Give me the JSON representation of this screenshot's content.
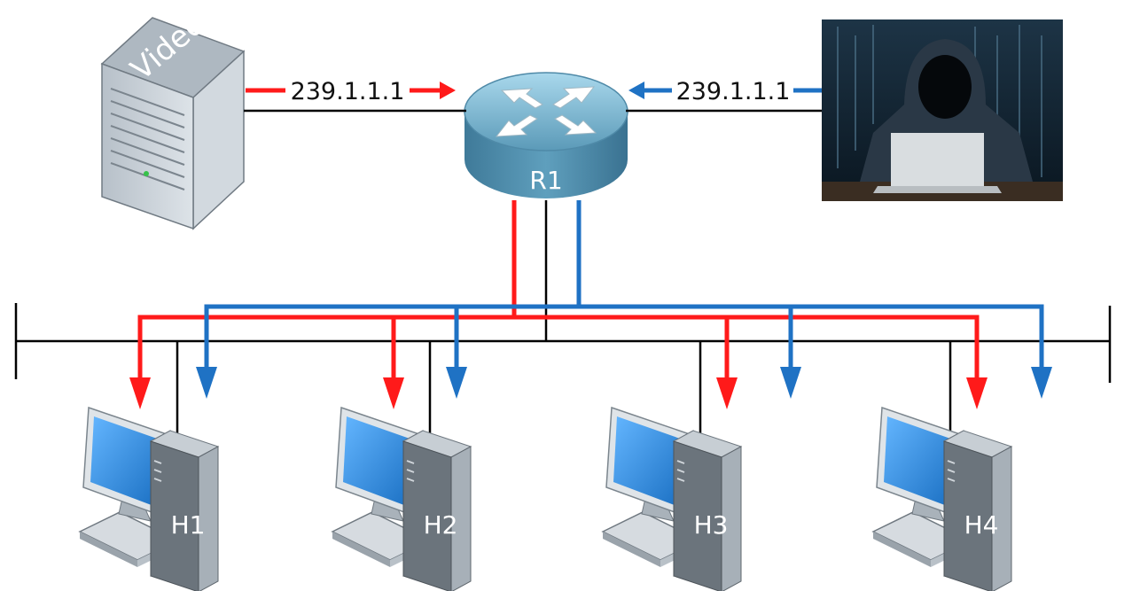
{
  "colors": {
    "red": "#ff1a1a",
    "blue": "#1f72c4",
    "wire": "#000000",
    "router": "#6fb0cc",
    "server": "#c9d0d7",
    "screen": "#2d88dd"
  },
  "video_server": {
    "label": "Video",
    "icon": "server-icon"
  },
  "router": {
    "label": "R1",
    "icon": "router-icon"
  },
  "attacker": {
    "icon": "hacker-image"
  },
  "flows": {
    "video_stream_label": "239.1.1.1",
    "attacker_stream_label": "239.1.1.1"
  },
  "hosts": [
    {
      "label": "H1",
      "icon": "desktop-computer-icon"
    },
    {
      "label": "H2",
      "icon": "desktop-computer-icon"
    },
    {
      "label": "H3",
      "icon": "desktop-computer-icon"
    },
    {
      "label": "H4",
      "icon": "desktop-computer-icon"
    }
  ]
}
